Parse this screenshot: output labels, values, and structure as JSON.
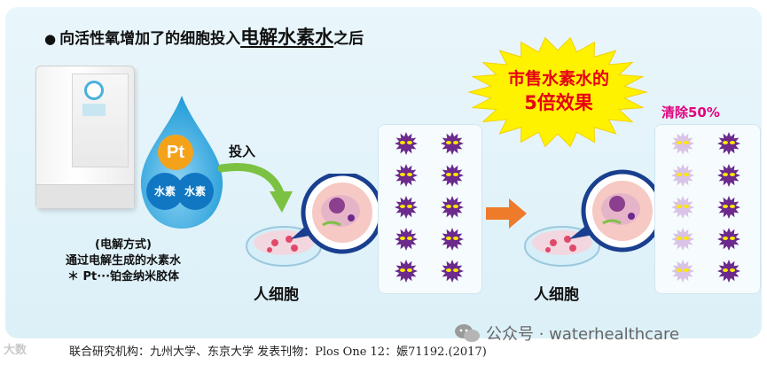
{
  "heading": {
    "bullet": "●",
    "prefix": "向活性氧增加了的细胞投入",
    "highlight": "电解水素水",
    "suffix": "之后"
  },
  "droplet": {
    "pt_label": "Pt",
    "h2_left": "水素",
    "h2_right": "水素"
  },
  "caption": {
    "line1": "(电解方式)",
    "line2": "通过电解生成的水素水",
    "line3": "＊ Pt···铂金纳米胶体"
  },
  "insert_label": "投入",
  "cells_label_left": "人细胞",
  "cells_label_right": "人细胞",
  "burst": {
    "line1": "市售水素水的",
    "line2": "5倍效果"
  },
  "remove_label": "清除50%",
  "footer": "联合研究机构：九州大学、东京大学  发表刊物：Plos One 12：娠71192.(2017)",
  "watermark_left": "大数",
  "wechat_text": "公众号 · waterhealthcare",
  "colors": {
    "panel_bg": "#e3f3fa",
    "drop_blue": "#1e9bd7",
    "pt_orange": "#f5a21b",
    "burst_yellow": "#fff200",
    "accent_red": "#e60012",
    "virus_purple": "#6b2a8c",
    "virus_faded": "#d9c3e6",
    "remove_pink": "#e4007f"
  }
}
